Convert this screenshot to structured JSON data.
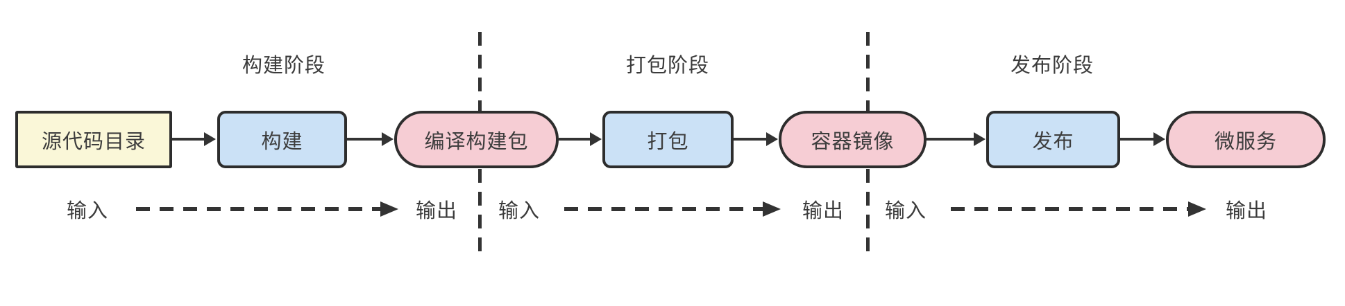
{
  "diagram": {
    "phases": [
      {
        "label": "构建阶段",
        "input_label": "输入",
        "output_label": "输出"
      },
      {
        "label": "打包阶段",
        "input_label": "输入",
        "output_label": "输出"
      },
      {
        "label": "发布阶段",
        "input_label": "输入",
        "output_label": "输出"
      }
    ],
    "nodes": [
      {
        "label": "源代码目录",
        "type": "source",
        "shape": "rectangle"
      },
      {
        "label": "构建",
        "type": "process",
        "shape": "rounded-rectangle"
      },
      {
        "label": "编译构建包",
        "type": "artifact",
        "shape": "pill"
      },
      {
        "label": "打包",
        "type": "process",
        "shape": "rounded-rectangle"
      },
      {
        "label": "容器镜像",
        "type": "artifact",
        "shape": "pill"
      },
      {
        "label": "发布",
        "type": "process",
        "shape": "rounded-rectangle"
      },
      {
        "label": "微服务",
        "type": "artifact",
        "shape": "pill"
      }
    ],
    "colors": {
      "background": "#FFFFFF",
      "border": "#2D2D2D",
      "text": "#3B3B3B",
      "source_fill": "#FAF7D8",
      "process_fill": "#CBE1F6",
      "artifact_fill": "#F6CDD4",
      "connector": "#333333"
    }
  }
}
